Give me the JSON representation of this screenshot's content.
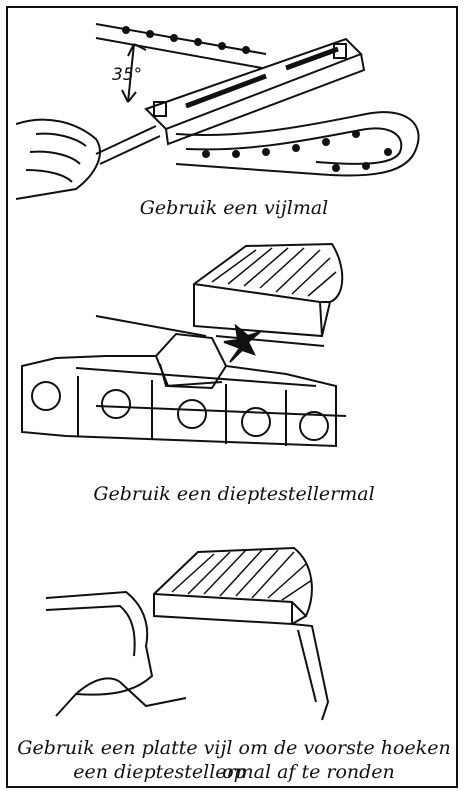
{
  "figures": [
    {
      "angle_label": "35°",
      "caption": "Gebruik een vijlmal"
    },
    {
      "caption": "Gebruik een dieptestellermal"
    },
    {
      "caption_line1": "Gebruik een platte vijl om de voorste hoeken op",
      "caption_line2": "een dieptestellermal af te ronden"
    }
  ],
  "colors": {
    "ink": "#111111",
    "paper": "#ffffff",
    "shade": "#9a9a9a"
  }
}
